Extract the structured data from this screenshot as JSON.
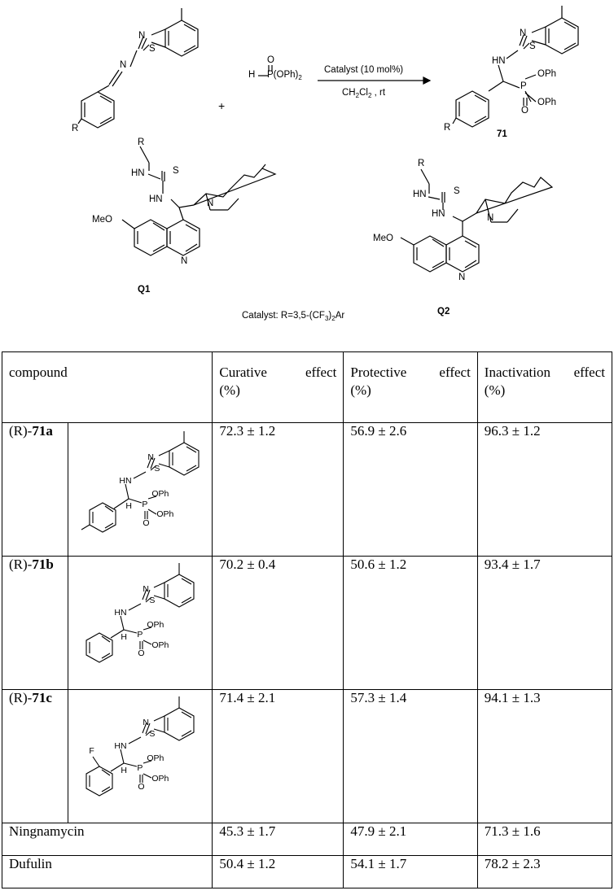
{
  "scheme": {
    "plus": "+",
    "reagent_left": "H",
    "reagent_top": "O",
    "reagent_right": "P(OPh)",
    "reagent_right_sub": "2",
    "arrow_above": "Catalyst (10 mol%)",
    "arrow_below_pre": "CH",
    "arrow_below_sub1": "2",
    "arrow_below_mid": "Cl",
    "arrow_below_sub2": "2",
    "arrow_below_post": " , rt",
    "product_label": "71",
    "sm_atoms": {
      "n": "N",
      "s": "S",
      "imine_n": "N",
      "r": "R"
    },
    "prod_atoms": {
      "n": "N",
      "s": "S",
      "hn": "HN",
      "p": "P",
      "oph1": "OPh",
      "oph2": "OPh",
      "o": "O",
      "r": "R"
    },
    "q1": {
      "label": "Q1",
      "r": "R",
      "hn1": "HN",
      "s": "S",
      "hn2": "HN",
      "n_quin": "N",
      "n_ring": "N",
      "meo": "MeO"
    },
    "q2": {
      "label": "Q2",
      "r": "R",
      "hn1": "HN",
      "s": "S",
      "hn2": "HN",
      "n_quin": "N",
      "n_ring": "N",
      "meo": "MeO"
    },
    "catalyst_pre": "Catalyst: R=3,5-(CF",
    "catalyst_sub": "3",
    "catalyst_post": ")",
    "catalyst_sub2": "2",
    "catalyst_end": "Ar"
  },
  "table": {
    "headers": {
      "compound": "compound",
      "curative_word": "Curative",
      "curative_effect": "effect",
      "curative_unit": "(%)",
      "protective_word": "Protective",
      "protective_effect": "effect",
      "protective_unit": "(%)",
      "inactivation_word": "Inactivation",
      "inactivation_effect": "effect",
      "inactivation_unit": "(%)"
    },
    "rows": [
      {
        "prefix": "(R)-",
        "bold": "71a",
        "curative": "72.3 ± 1.2",
        "protective": "56.9 ± 2.6",
        "inactivation": "96.3 ± 1.2",
        "atoms": {
          "n": "N",
          "s": "S",
          "hn": "HN",
          "h": "H",
          "p": "P",
          "oph1": "OPh",
          "oph2": "OPh",
          "o": "O",
          "f": ""
        }
      },
      {
        "prefix": "(R)-",
        "bold": "71b",
        "curative": "70.2 ± 0.4",
        "protective": "50.6 ± 1.2",
        "inactivation": "93.4 ± 1.7",
        "atoms": {
          "n": "N",
          "s": "S",
          "hn": "HN",
          "h": "H",
          "p": "P",
          "oph1": "OPh",
          "oph2": "OPh",
          "o": "O",
          "f": ""
        }
      },
      {
        "prefix": "(R)-",
        "bold": "71c",
        "curative": "71.4 ± 2.1",
        "protective": "57.3 ± 1.4",
        "inactivation": "94.1 ± 1.3",
        "atoms": {
          "n": "N",
          "s": "S",
          "hn": "HN",
          "h": "H",
          "p": "P",
          "oph1": "OPh",
          "oph2": "OPh",
          "o": "O",
          "f": "F"
        }
      },
      {
        "name": "Ningnamycin",
        "curative": "45.3 ± 1.7",
        "protective": "47.9 ± 2.1",
        "inactivation": "71.3 ± 1.6"
      },
      {
        "name": "Dufulin",
        "curative": "50.4 ± 1.2",
        "protective": "54.1 ± 1.7",
        "inactivation": "78.2 ± 2.3"
      }
    ]
  }
}
